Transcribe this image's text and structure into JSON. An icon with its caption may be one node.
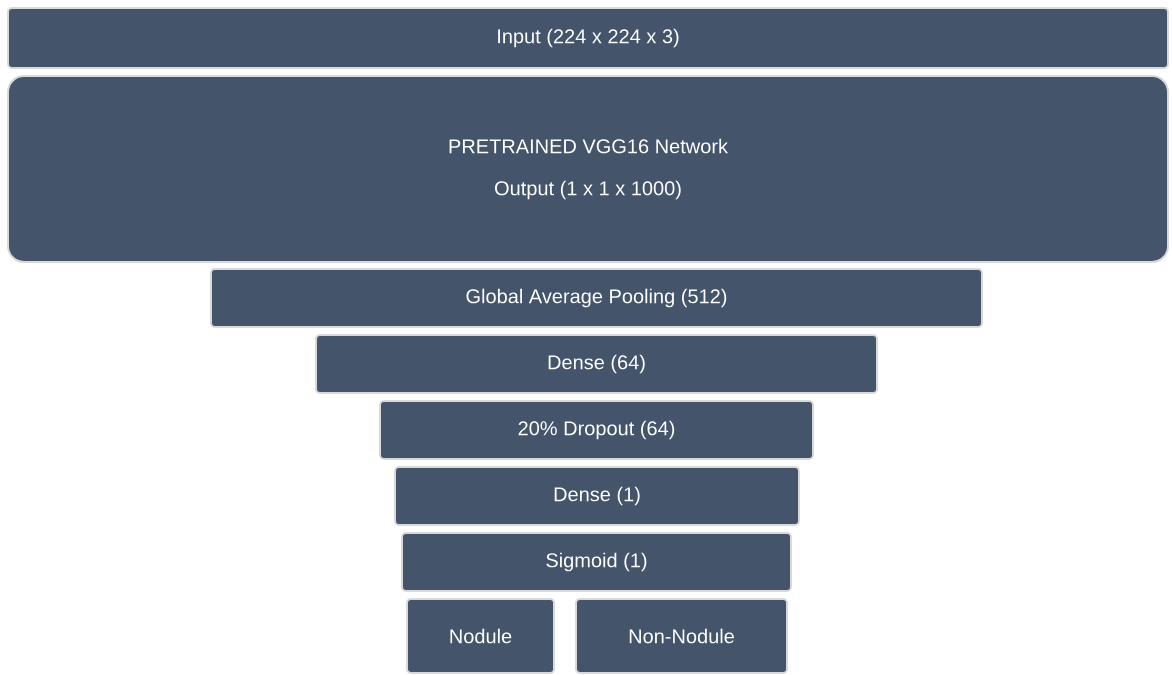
{
  "diagram": {
    "nodes": [
      {
        "text": [
          "Input (224 x 224 x 3)"
        ]
      },
      {
        "text": [
          "PRETRAINED VGG16 Network",
          "Output (1 x 1 x 1000)"
        ]
      },
      {
        "text": [
          "Global Average Pooling (512)"
        ]
      },
      {
        "text": [
          "Dense (64)"
        ]
      },
      {
        "text": [
          "20% Dropout (64)"
        ]
      },
      {
        "text": [
          "Dense (1)"
        ]
      },
      {
        "text": [
          "Sigmoid (1)"
        ]
      },
      {
        "text": [
          "Nodule"
        ]
      },
      {
        "text": [
          "Non-Nodule"
        ]
      }
    ]
  }
}
